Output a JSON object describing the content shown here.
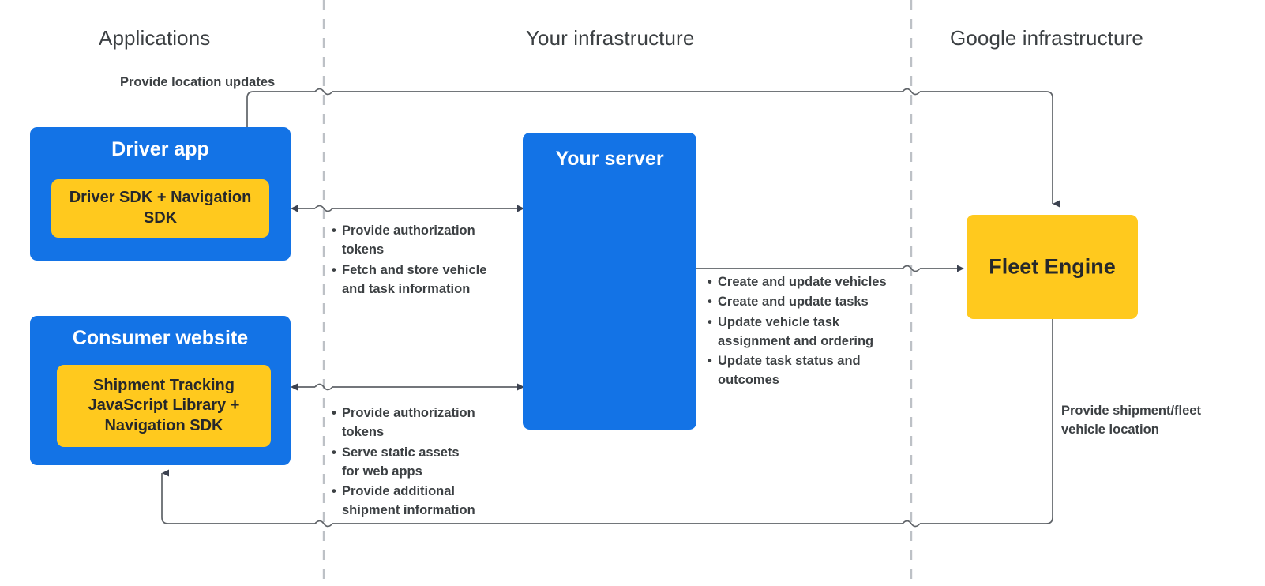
{
  "zones": [
    {
      "id": "applications",
      "label": "Applications"
    },
    {
      "id": "your-infrastructure",
      "label": "Your infrastructure"
    },
    {
      "id": "google-infrastructure",
      "label": "Google infrastructure"
    }
  ],
  "nodes": {
    "driver_app": {
      "title": "Driver app",
      "inner": "Driver SDK +\nNavigation SDK"
    },
    "consumer_website": {
      "title": "Consumer website",
      "inner": "Shipment Tracking\nJavaScript Library  +\nNavigation SDK"
    },
    "your_server": {
      "title": "Your server"
    },
    "fleet_engine": {
      "title": "Fleet Engine"
    }
  },
  "annotations": {
    "location_updates": "Provide location updates",
    "shipment_fleet_location": "Provide shipment/fleet\nvehicle location",
    "driver_server_bullets": [
      "Provide authorization\ntokens",
      "Fetch and store vehicle\nand task information"
    ],
    "consumer_server_bullets": [
      "Provide authorization\ntokens",
      "Serve static assets\nfor web apps",
      "Provide additional\nshipment information"
    ],
    "server_fleet_bullets": [
      "Create and update vehicles",
      "Create and update tasks",
      "Update vehicle task\nassignment and ordering",
      "Update task status and\noutcomes"
    ]
  },
  "colors": {
    "blue": "#1373e6",
    "yellow": "#ffc91e",
    "text_dark": "#3c4043",
    "connector": "#5f6368",
    "divider": "#bdc1c6"
  }
}
